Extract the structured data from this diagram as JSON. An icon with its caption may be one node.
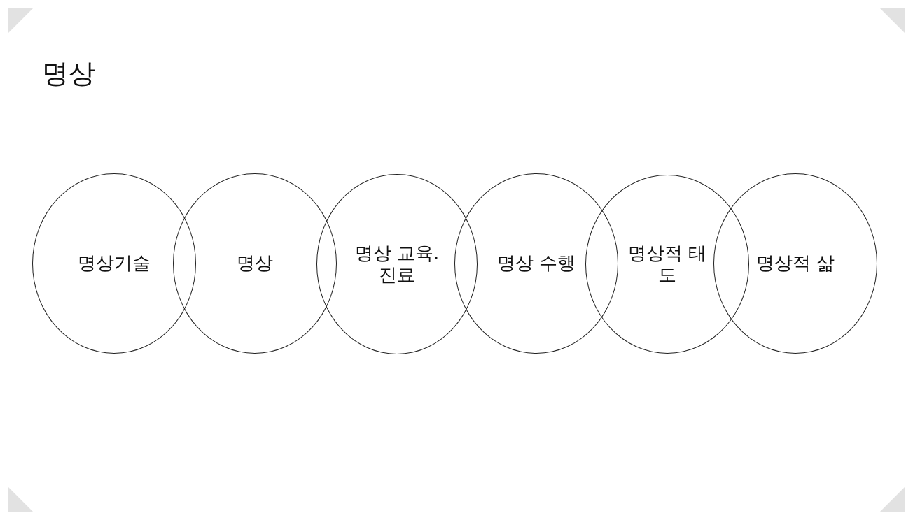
{
  "diagram": {
    "title": "명상",
    "nodes": [
      {
        "text": [
          "명상기술"
        ]
      },
      {
        "text": [
          "명상"
        ]
      },
      {
        "text": [
          "명상 교육.진료"
        ]
      },
      {
        "text": [
          "명상 수행"
        ]
      },
      {
        "text": [
          "명상적 태도"
        ]
      },
      {
        "text": [
          "명상적 삶"
        ]
      }
    ]
  }
}
